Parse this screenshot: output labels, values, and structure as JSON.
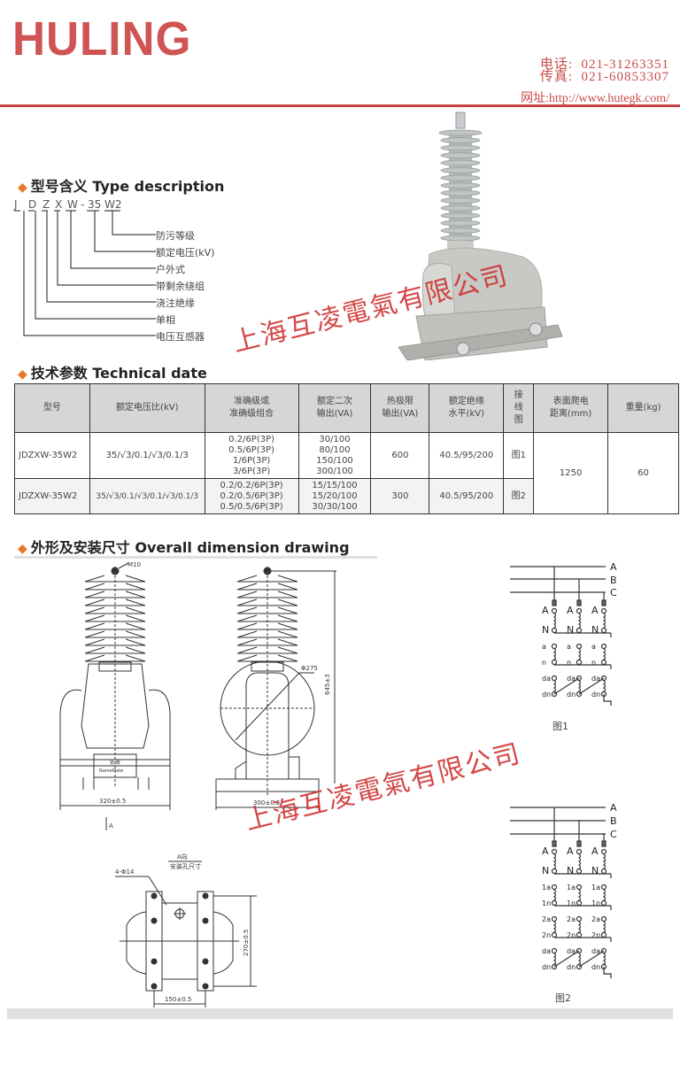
{
  "header": {
    "brand": "HULING",
    "phone_label": "电话:",
    "phone": "021-31263351",
    "fax_label": "传真:",
    "fax": "021-60853307",
    "website_label": "网址:",
    "website": "http://www.hutegk.com/"
  },
  "type_description": {
    "title": "型号含义 Type description",
    "code_letters": [
      "J",
      "D",
      "Z",
      "X",
      "W",
      "-",
      "35",
      "W2"
    ],
    "meanings": [
      {
        "code": "W2",
        "label": "防污等级"
      },
      {
        "code": "35",
        "label": "额定电压(kV)"
      },
      {
        "code": "W",
        "label": "户外式"
      },
      {
        "code": "X",
        "label": "带剩余绕组"
      },
      {
        "code": "Z",
        "label": "浇注绝缘"
      },
      {
        "code": "D",
        "label": "单相"
      },
      {
        "code": "J",
        "label": "电压互感器"
      }
    ]
  },
  "technical": {
    "title": "技术参数 Technical date",
    "columns": [
      "型号",
      "额定电压比(kV)",
      "准确级或\n准确级组合",
      "额定二次\n输出(VA)",
      "热极限\n输出(VA)",
      "额定绝缘\n水平(kV)",
      "接\n线\n图",
      "表面爬电\n距离(mm)",
      "重量(kg)"
    ],
    "rows": [
      {
        "model": "JDZXW-35W2",
        "voltage_ratio": "35/√3/0.1/√3/0.1/3",
        "accuracy": [
          "0.2/6P(3P)",
          "0.5/6P(3P)",
          "1/6P(3P)",
          "3/6P(3P)"
        ],
        "secondary_output": [
          "30/100",
          "80/100",
          "150/100",
          "300/100"
        ],
        "thermal_limit": "600",
        "insulation_level": "40.5/95/200",
        "wiring_diagram": "图1"
      },
      {
        "model": "JDZXW-35W2",
        "voltage_ratio": "35/√3/0.1/√3/0.1/√3/0.1/3",
        "accuracy": [
          "0.2/0.2/6P(3P)",
          "0.2/0.5/6P(3P)",
          "0.5/0.5/6P(3P)"
        ],
        "secondary_output": [
          "15/15/100",
          "15/20/100",
          "30/30/100"
        ],
        "thermal_limit": "300",
        "insulation_level": "40.5/95/200",
        "wiring_diagram": "图2"
      }
    ],
    "creepage_distance": "1250",
    "weight": "60"
  },
  "dimension": {
    "title": "外形及安装尺寸 Overall dimension drawing",
    "front_view": {
      "terminal": "M10",
      "width": "320±0.5",
      "nameplate_cn": "铭 牌",
      "nameplate_en": "NamePlate",
      "view_arrow": "A"
    },
    "side_view": {
      "diameter": "Φ275",
      "height": "645±3",
      "width": "300±0.5"
    },
    "bottom_view": {
      "title_top": "A向",
      "title_bottom": "安装孔尺寸",
      "holes": "4-Φ14",
      "spacing_x": "150±0.5",
      "spacing_y": "270±0.5"
    }
  },
  "wiring": {
    "phases": [
      "A",
      "B",
      "C"
    ],
    "fig1": {
      "caption": "图1",
      "primary": [
        "A",
        "N"
      ],
      "windings": [
        [
          "a",
          "n"
        ],
        [
          "da",
          "dn"
        ]
      ]
    },
    "fig2": {
      "caption": "图2",
      "primary": [
        "A",
        "N"
      ],
      "windings": [
        [
          "1a",
          "1n"
        ],
        [
          "2a",
          "2n"
        ],
        [
          "da",
          "dn"
        ]
      ]
    }
  },
  "watermark": "上海互凌電氣有限公司"
}
